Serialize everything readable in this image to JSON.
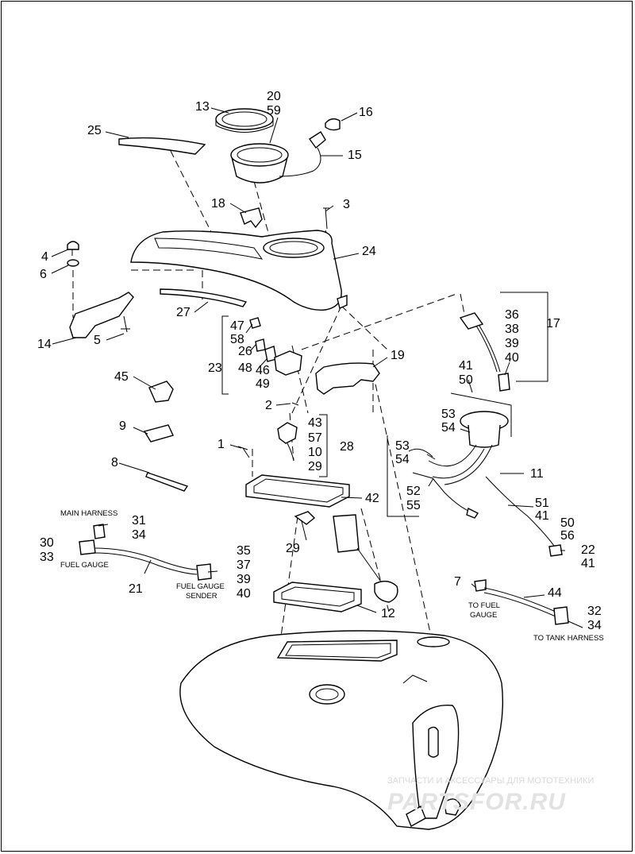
{
  "watermark": {
    "top_text": "ЗАПЧАСТИ И АКСЕССУАРЫ ДЛЯ МОТОТЕХНИКИ",
    "logo_text": "PARTSFOR.RU"
  },
  "callouts": [
    {
      "id": "c13",
      "text": "13"
    },
    {
      "id": "c20",
      "text": "20"
    },
    {
      "id": "c59",
      "text": "59"
    },
    {
      "id": "c16",
      "text": "16"
    },
    {
      "id": "c25",
      "text": "25"
    },
    {
      "id": "c15",
      "text": "15"
    },
    {
      "id": "c3",
      "text": "3"
    },
    {
      "id": "c18",
      "text": "18"
    },
    {
      "id": "c4",
      "text": "4"
    },
    {
      "id": "c6",
      "text": "6"
    },
    {
      "id": "c24",
      "text": "24"
    },
    {
      "id": "c27",
      "text": "27"
    },
    {
      "id": "c14",
      "text": "14"
    },
    {
      "id": "c5",
      "text": "5"
    },
    {
      "id": "c47",
      "text": "47"
    },
    {
      "id": "c58",
      "text": "58"
    },
    {
      "id": "c26",
      "text": "26"
    },
    {
      "id": "c23",
      "text": "23"
    },
    {
      "id": "c48",
      "text": "48"
    },
    {
      "id": "c46",
      "text": "46"
    },
    {
      "id": "c49",
      "text": "49"
    },
    {
      "id": "c36",
      "text": "36"
    },
    {
      "id": "c38",
      "text": "38"
    },
    {
      "id": "c39a",
      "text": "39"
    },
    {
      "id": "c40a",
      "text": "40"
    },
    {
      "id": "c17",
      "text": "17"
    },
    {
      "id": "c19",
      "text": "19"
    },
    {
      "id": "c45",
      "text": "45"
    },
    {
      "id": "c41a",
      "text": "41"
    },
    {
      "id": "c50a",
      "text": "50"
    },
    {
      "id": "c2",
      "text": "2"
    },
    {
      "id": "c43",
      "text": "43"
    },
    {
      "id": "c57",
      "text": "57"
    },
    {
      "id": "c10",
      "text": "10"
    },
    {
      "id": "c29a",
      "text": "29"
    },
    {
      "id": "c28",
      "text": "28"
    },
    {
      "id": "c9",
      "text": "9"
    },
    {
      "id": "c1",
      "text": "1"
    },
    {
      "id": "c53a",
      "text": "53"
    },
    {
      "id": "c54a",
      "text": "54"
    },
    {
      "id": "c53b",
      "text": "53"
    },
    {
      "id": "c54b",
      "text": "54"
    },
    {
      "id": "c8",
      "text": "8"
    },
    {
      "id": "c52",
      "text": "52"
    },
    {
      "id": "c55",
      "text": "55"
    },
    {
      "id": "c11",
      "text": "11"
    },
    {
      "id": "c42",
      "text": "42"
    },
    {
      "id": "c51",
      "text": "51"
    },
    {
      "id": "c41b",
      "text": "41"
    },
    {
      "id": "c31",
      "text": "31"
    },
    {
      "id": "c34a",
      "text": "34"
    },
    {
      "id": "c30",
      "text": "30"
    },
    {
      "id": "c33",
      "text": "33"
    },
    {
      "id": "c29b",
      "text": "29"
    },
    {
      "id": "c50b",
      "text": "50"
    },
    {
      "id": "c56",
      "text": "56"
    },
    {
      "id": "c35",
      "text": "35"
    },
    {
      "id": "c37",
      "text": "37"
    },
    {
      "id": "c22",
      "text": "22"
    },
    {
      "id": "c41c",
      "text": "41"
    },
    {
      "id": "c39b",
      "text": "39"
    },
    {
      "id": "c40b",
      "text": "40"
    },
    {
      "id": "c21",
      "text": "21"
    },
    {
      "id": "c7",
      "text": "7"
    },
    {
      "id": "c44",
      "text": "44"
    },
    {
      "id": "c12",
      "text": "12"
    },
    {
      "id": "c32",
      "text": "32"
    },
    {
      "id": "c34b",
      "text": "34"
    }
  ],
  "notes": {
    "main_harness": "MAIN HARNESS",
    "fuel_gauge": "FUEL GAUGE",
    "fuel_gauge_sender_line1": "FUEL GAUGE",
    "fuel_gauge_sender_line2": "SENDER",
    "to_fuel_line1": "TO FUEL",
    "to_fuel_line2": "GAUGE",
    "to_tank_harness": "TO TANK HARNESS"
  }
}
